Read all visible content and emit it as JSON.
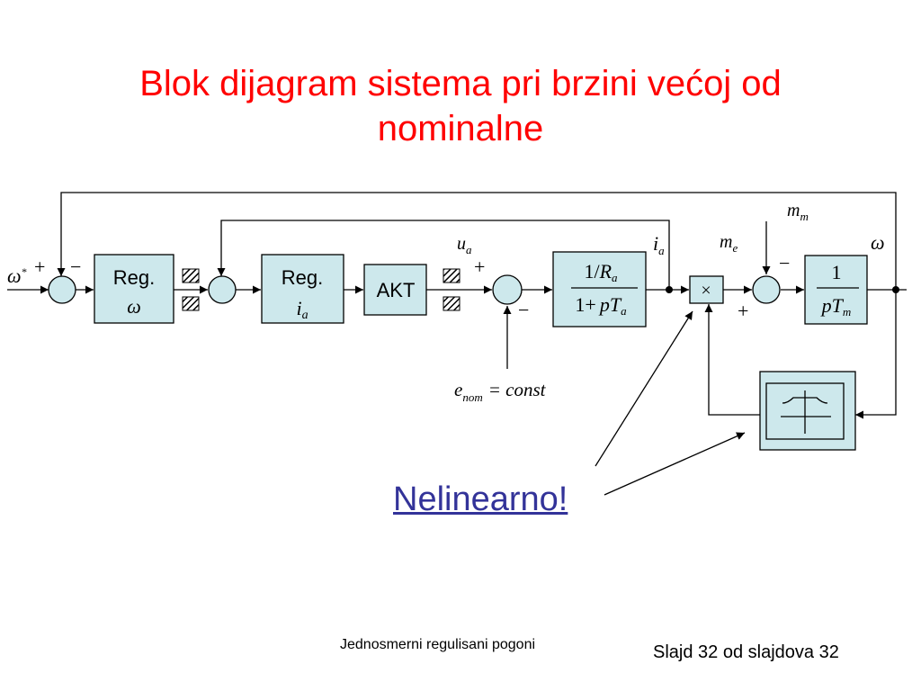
{
  "slide": {
    "title_line1": "Blok dijagram sistema pri brzini većoj od",
    "title_line2": "nominalne",
    "link_text": "Nelinearno!",
    "footer_center": "Jednosmerni regulisani pogoni",
    "footer_right": "Slajd 32 od slajdova 32"
  },
  "diagram": {
    "blocks": {
      "reg_omega": {
        "line1": "Reg.",
        "line2": "ω"
      },
      "reg_ia": {
        "line1": "Reg.",
        "line2": "i",
        "line2_sub": "a"
      },
      "akt": {
        "label": "AKT"
      },
      "armature": {
        "num_main": "1/",
        "num_var": "R",
        "num_sub": "a",
        "den_main": "1+",
        "den_var": "pT",
        "den_sub": "a"
      },
      "multiplier": {
        "symbol": "×"
      },
      "mechanical": {
        "num": "1",
        "den_var": "pT",
        "den_sub": "m"
      }
    },
    "signals": {
      "omega_ref": {
        "main": "ω",
        "sup": "*"
      },
      "omega_out": {
        "main": "ω"
      },
      "ua": {
        "main": "u",
        "sub": "a"
      },
      "ia": {
        "main": "i",
        "sub": "a"
      },
      "me": {
        "main": "m",
        "sub": "e"
      },
      "mm": {
        "main": "m",
        "sub": "m"
      },
      "enom_main": "e",
      "enom_sub": "nom",
      "enom_rest": "= const"
    },
    "signs": {
      "plus": "+",
      "minus": "−"
    }
  }
}
